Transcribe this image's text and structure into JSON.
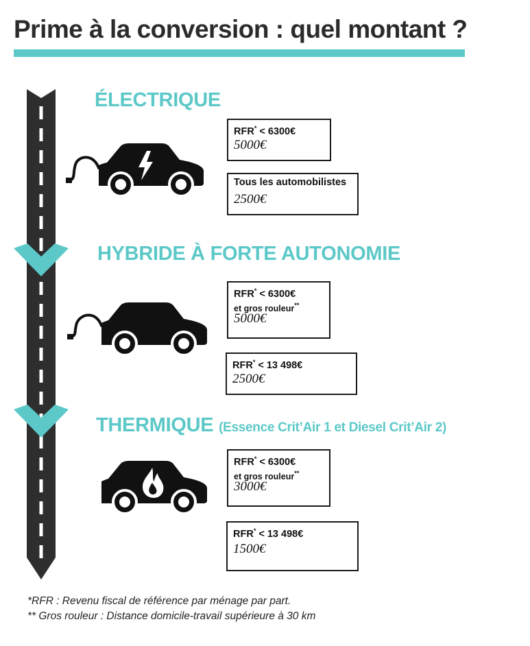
{
  "title": "Prime à la conversion : quel montant ?",
  "colors": {
    "accent": "#5cc8c8",
    "road": "#2e2e2e",
    "text": "#1a1a1a"
  },
  "sections": [
    {
      "title": "ÉLECTRIQUE",
      "subtitle": "",
      "icon": "electric-car-icon",
      "boxes": [
        {
          "line1": "RFR",
          "sup": "*",
          "line1_rest": " < 6300€",
          "line2": "",
          "line2_sup": "",
          "amount": "5000€"
        },
        {
          "line1": "Tous les automobilistes",
          "sup": "",
          "line1_rest": "",
          "line2": "",
          "line2_sup": "",
          "amount": "2500€"
        }
      ]
    },
    {
      "title": "HYBRIDE À FORTE AUTONOMIE",
      "subtitle": "",
      "icon": "hybrid-car-icon",
      "boxes": [
        {
          "line1": "RFR",
          "sup": "*",
          "line1_rest": " < 6300€",
          "line2": "et gros rouleur",
          "line2_sup": "**",
          "amount": "5000€"
        },
        {
          "line1": "RFR",
          "sup": "*",
          "line1_rest": " < 13 498€",
          "line2": "",
          "line2_sup": "",
          "amount": "2500€"
        }
      ]
    },
    {
      "title": "THERMIQUE",
      "subtitle": "(Essence Crit’Air 1 et Diesel Crit’Air 2)",
      "icon": "thermal-car-icon",
      "boxes": [
        {
          "line1": "RFR",
          "sup": "*",
          "line1_rest": " < 6300€",
          "line2": "et gros rouleur",
          "line2_sup": "**",
          "amount": "3000€"
        },
        {
          "line1": "RFR",
          "sup": "*",
          "line1_rest": " < 13 498€",
          "line2": "",
          "line2_sup": "",
          "amount": "1500€"
        }
      ]
    }
  ],
  "footnotes": [
    "*RFR : Revenu fiscal de référence par ménage par part.",
    "** Gros rouleur : Distance domicile-travail supérieure à 30 km"
  ]
}
